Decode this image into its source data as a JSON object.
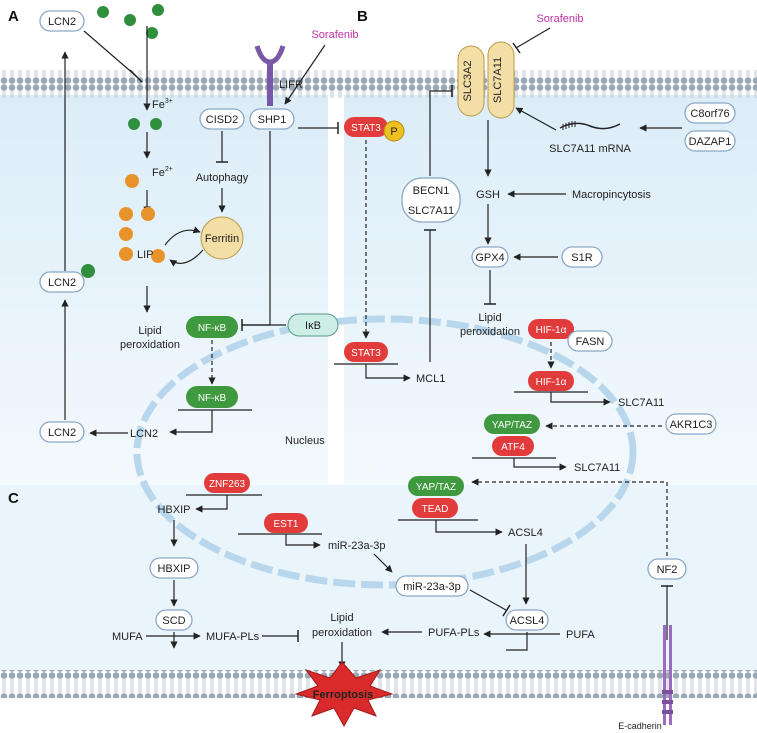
{
  "panels": {
    "a": "A",
    "b": "B",
    "c": "C"
  },
  "drug": {
    "sorafenib_a": "Sorafenib",
    "sorafenib_b": "Sorafenib"
  },
  "iron": {
    "fe3": "Fe",
    "fe3_sup": "3+",
    "fe2": "Fe",
    "fe2_sup": "2+",
    "lip": "LIP",
    "ferritin": "Ferritin"
  },
  "labels": {
    "lcn2_top": "LCN2",
    "lcn2_mid": "LCN2",
    "lcn2_low": "LCN2",
    "lcn2_nuc": "LCN2",
    "lifr": "LIFR",
    "cisd2": "CISD2",
    "shp1": "SHP1",
    "autophagy": "Autophagy",
    "lipid_perox_a_1": "Lipid",
    "lipid_perox_a_2": "peroxidation",
    "nfkb_1": "NF-κB",
    "nfkb_2": "NF-κB",
    "ikb": "IκB",
    "stat3p": "STAT3",
    "p": "P",
    "stat3_nuc": "STAT3",
    "mcl1": "MCL1",
    "slc3a2": "SLC3A2",
    "slc7a11": "SLC7A11",
    "becn1": "BECN1",
    "slc7a11_box": "SLC7A11",
    "c8orf76": "C8orf76",
    "dazap1": "DAZAP1",
    "mrna": "SLC7A11 mRNA",
    "gsh": "GSH",
    "macropino": "Macropincytosis",
    "gpx4": "GPX4",
    "s1r": "S1R",
    "lipid_perox_b_1": "Lipid",
    "lipid_perox_b_2": "peroxidation",
    "hif_1": "HIF-1α",
    "fasn": "FASN",
    "hif_2": "HIF-1α",
    "slc7a11_out1": "SLC7A11",
    "yap_1": "YAP/TAZ",
    "atf4": "ATF4",
    "akr1c3": "AKR1C3",
    "slc7a11_out2": "SLC7A11",
    "nucleus": "Nucleus",
    "znf263": "ZNF263",
    "hbxip_1": "HBXIP",
    "est1": "EST1",
    "mir_1": "miR-23a-3p",
    "yap_2": "YAP/TAZ",
    "tead": "TEAD",
    "acsl4_1": "ACSL4",
    "nf2": "NF2",
    "hbxip_2": "HBXIP",
    "scd": "SCD",
    "mir_2": "miR-23a-3p",
    "acsl4_2": "ACSL4",
    "mufa": "MUFA",
    "mufa_pls": "MUFA-PLs",
    "lipid_perox_c_1": "Lipid",
    "lipid_perox_c_2": "peroxidation",
    "pufa_pls": "PUFA-PLs",
    "pufa": "PUFA",
    "ferroptosis": "Ferroptosis",
    "ecadherin": "E-cadherin"
  },
  "colors": {
    "red": "#e23b3b",
    "green": "#3f9a3f",
    "teal": "#cdeee6",
    "box_border": "#8aa7c7",
    "cell": "#e6f3fb",
    "membrane": "#9aa7b5",
    "ferritin": "#f3dfa6",
    "orange": "#e8932a",
    "iron_green": "#2f8f3c",
    "starburst": "#d92b2b",
    "magenta": "#c22fa8",
    "nuc": "#b9d7ec"
  }
}
